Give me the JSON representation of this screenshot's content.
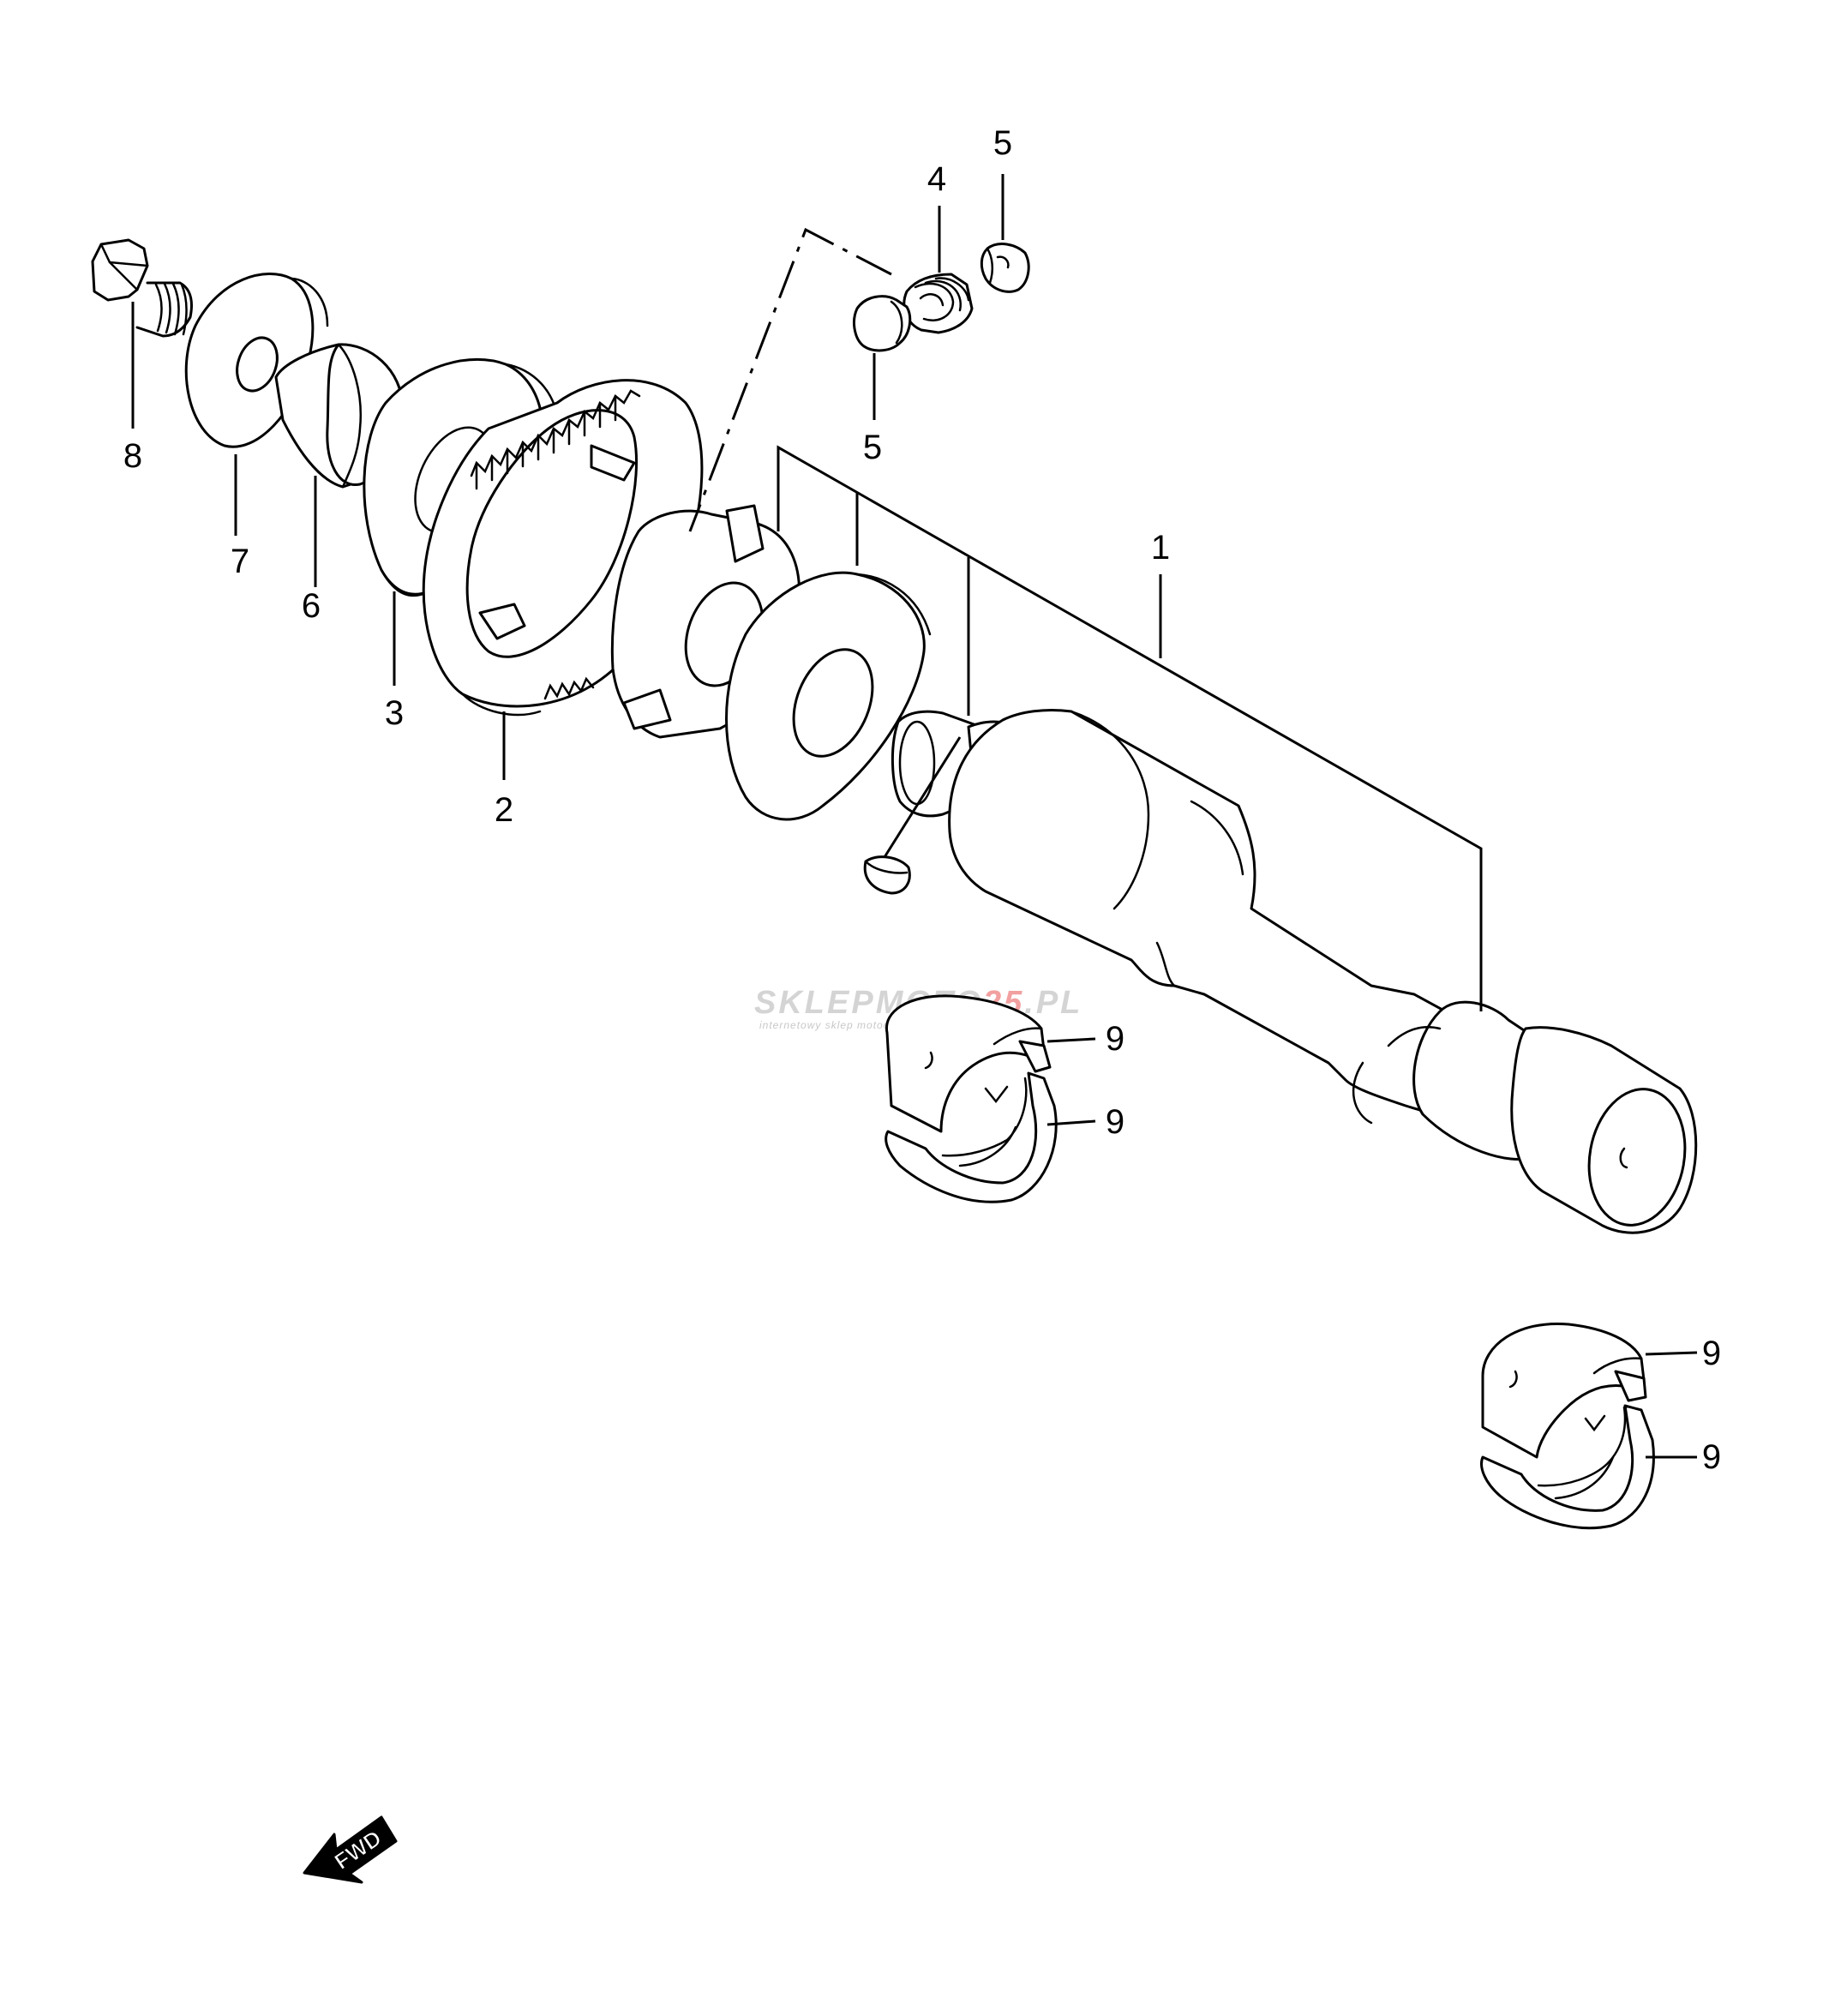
{
  "callouts": {
    "c1": "1",
    "c2": "2",
    "c3": "3",
    "c4": "4",
    "c5a": "5",
    "c5b": "5",
    "c6": "6",
    "c7": "7",
    "c8": "8",
    "c9a": "9",
    "c9b": "9",
    "c9c": "9",
    "c9d": "9"
  },
  "watermark": {
    "brand_left": "SKLEPMOTO",
    "brand_right": "25",
    "domain": ".PL",
    "tagline": "internetowy sklep motocyklowy"
  },
  "direction_marker": {
    "label": "FWD"
  },
  "colors": {
    "line": "#000000",
    "background": "#ffffff",
    "watermark_gray": "#d4d4d4",
    "watermark_red": "#f2a0a0"
  }
}
